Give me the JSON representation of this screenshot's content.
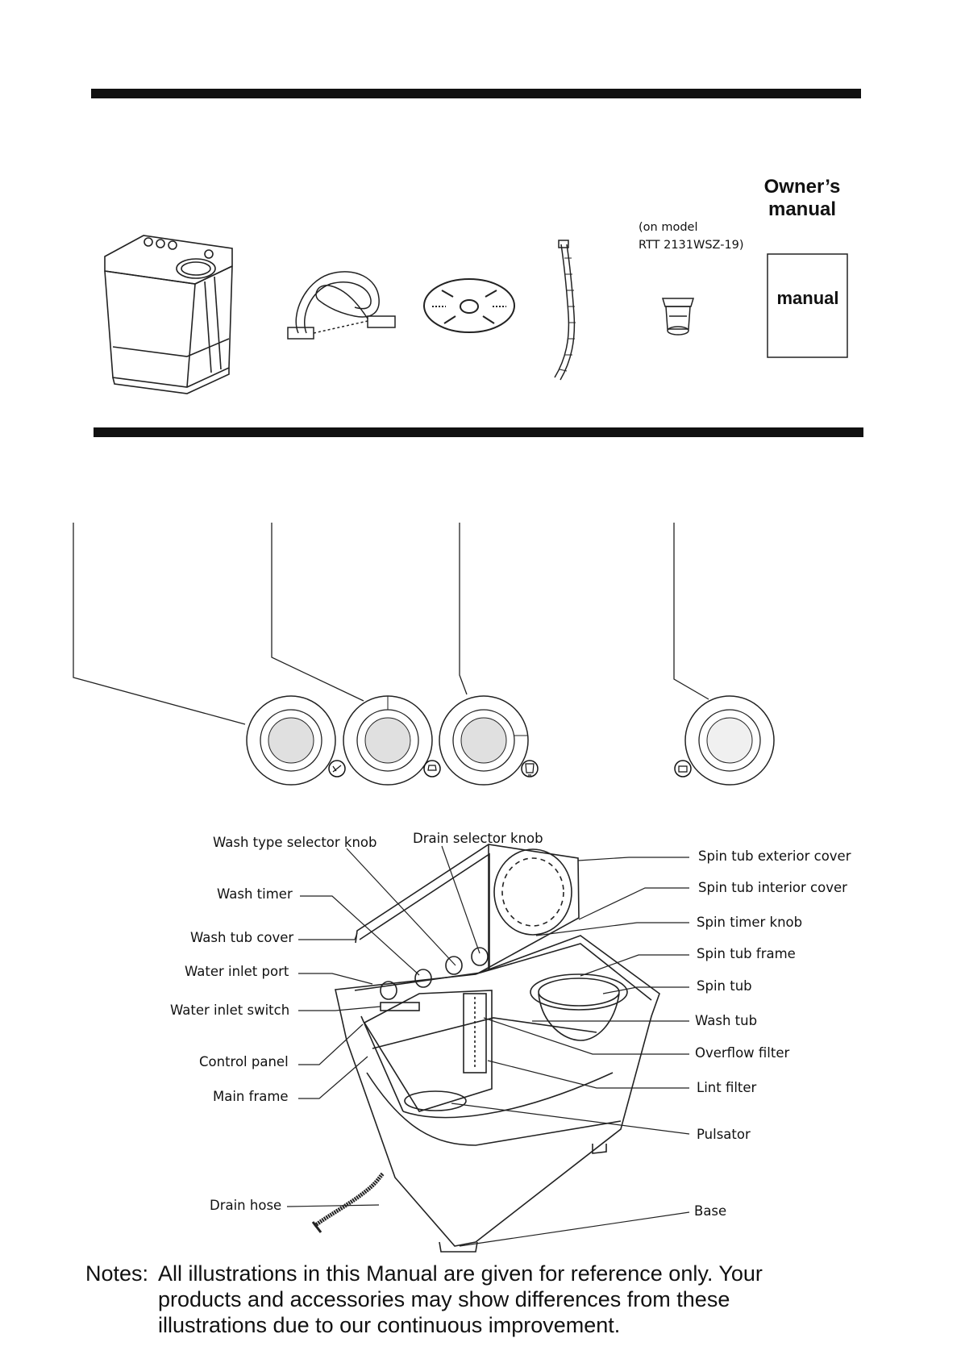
{
  "accessories": {
    "owners_manual_title_line1": "Owner’s",
    "owners_manual_title_line2": "manual",
    "model_note_line1": "(on model",
    "model_note_line2": "RTT 2131WSZ-19)",
    "manual_cover_label": "manual"
  },
  "parts": {
    "left": [
      "Wash type selector knob",
      "Wash timer",
      "Wash tub cover",
      "Water inlet port",
      "Water inlet switch",
      "Control panel",
      "Main frame",
      "Drain hose"
    ],
    "top": "Drain selector knob",
    "right": [
      "Spin tub exterior cover",
      "Spin tub interior cover",
      "Spin timer knob",
      "Spin tub frame",
      "Spin tub",
      "Wash tub",
      "Overflow filter",
      "Lint filter",
      "Pulsator",
      "Base"
    ]
  },
  "notes": {
    "label": "Notes:",
    "line1": "All illustrations in this Manual are given  for reference only. Your",
    "line2": "products and accessories may show differences from these",
    "line3": "illustrations due to our continuous  improvement."
  }
}
